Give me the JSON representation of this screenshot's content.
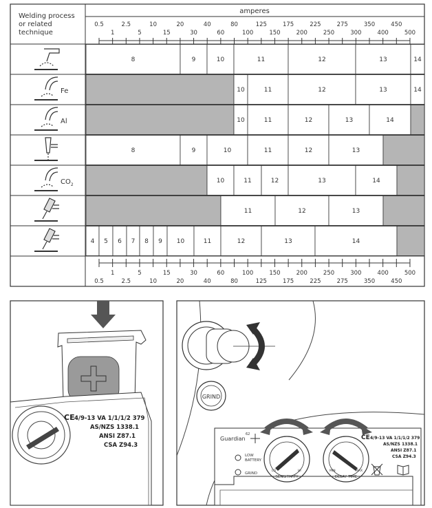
{
  "header": {
    "process_label": [
      "Welding process",
      "or related",
      "technique"
    ],
    "amperes_label": "amperes"
  },
  "scale": {
    "upper": [
      "0.5",
      "2.5",
      "10",
      "20",
      "40",
      "80",
      "125",
      "175",
      "225",
      "275",
      "350",
      "450"
    ],
    "lower": [
      "1",
      "5",
      "15",
      "30",
      "60",
      "100",
      "150",
      "200",
      "250",
      "300",
      "400",
      "500"
    ]
  },
  "process_icons": [
    {
      "icon": "gas-torch-icon",
      "suffix": ""
    },
    {
      "icon": "tig-torch-icon",
      "suffix": "Fe"
    },
    {
      "icon": "tig-torch-icon",
      "suffix": "Al"
    },
    {
      "icon": "plasma-torch-icon",
      "suffix": ""
    },
    {
      "icon": "mig-torch-icon",
      "suffix": "CO2"
    },
    {
      "icon": "gouging-torch-icon",
      "suffix": ""
    },
    {
      "icon": "electrode-holder-icon",
      "suffix": ""
    }
  ],
  "shade_rows": [
    [
      {
        "s": 125,
        "e": 262,
        "v": "8"
      },
      {
        "s": 262,
        "e": 301,
        "v": "9"
      },
      {
        "s": 301,
        "e": 340,
        "v": "10"
      },
      {
        "s": 340,
        "e": 419,
        "v": "11"
      },
      {
        "s": 419,
        "e": 517,
        "v": "12"
      },
      {
        "s": 517,
        "e": 597,
        "v": "13"
      },
      {
        "s": 597,
        "e": 617,
        "v": "14"
      }
    ],
    [
      {
        "s": 125,
        "e": 340,
        "v": "",
        "g": true
      },
      {
        "s": 340,
        "e": 360,
        "v": "10"
      },
      {
        "s": 360,
        "e": 419,
        "v": "11"
      },
      {
        "s": 419,
        "e": 517,
        "v": "12"
      },
      {
        "s": 517,
        "e": 597,
        "v": "13"
      },
      {
        "s": 597,
        "e": 617,
        "v": "14"
      }
    ],
    [
      {
        "s": 125,
        "e": 340,
        "v": "",
        "g": true
      },
      {
        "s": 340,
        "e": 360,
        "v": "10"
      },
      {
        "s": 360,
        "e": 419,
        "v": "11"
      },
      {
        "s": 419,
        "e": 478,
        "v": "12"
      },
      {
        "s": 478,
        "e": 537,
        "v": "13"
      },
      {
        "s": 537,
        "e": 597,
        "v": "14"
      },
      {
        "s": 597,
        "e": 617,
        "v": "",
        "g": true
      }
    ],
    [
      {
        "s": 125,
        "e": 262,
        "v": "8"
      },
      {
        "s": 262,
        "e": 301,
        "v": "9"
      },
      {
        "s": 301,
        "e": 360,
        "v": "10"
      },
      {
        "s": 360,
        "e": 419,
        "v": "11"
      },
      {
        "s": 419,
        "e": 478,
        "v": "12"
      },
      {
        "s": 478,
        "e": 557,
        "v": "13"
      },
      {
        "s": 557,
        "e": 617,
        "v": "",
        "g": true
      }
    ],
    [
      {
        "s": 125,
        "e": 301,
        "v": "",
        "g": true
      },
      {
        "s": 301,
        "e": 340,
        "v": "10"
      },
      {
        "s": 340,
        "e": 380,
        "v": "11"
      },
      {
        "s": 380,
        "e": 419,
        "v": "12"
      },
      {
        "s": 419,
        "e": 517,
        "v": "13"
      },
      {
        "s": 517,
        "e": 577,
        "v": "14"
      },
      {
        "s": 577,
        "e": 617,
        "v": "",
        "g": true
      }
    ],
    [
      {
        "s": 125,
        "e": 321,
        "v": "",
        "g": true
      },
      {
        "s": 321,
        "e": 400,
        "v": "11"
      },
      {
        "s": 400,
        "e": 478,
        "v": "12"
      },
      {
        "s": 478,
        "e": 557,
        "v": "13"
      },
      {
        "s": 557,
        "e": 617,
        "v": "",
        "g": true
      }
    ],
    [
      {
        "s": 125,
        "e": 144,
        "v": "4"
      },
      {
        "s": 144,
        "e": 164,
        "v": "5"
      },
      {
        "s": 164,
        "e": 184,
        "v": "6"
      },
      {
        "s": 184,
        "e": 203,
        "v": "7"
      },
      {
        "s": 203,
        "e": 223,
        "v": "8"
      },
      {
        "s": 223,
        "e": 243,
        "v": "9"
      },
      {
        "s": 243,
        "e": 282,
        "v": "10"
      },
      {
        "s": 282,
        "e": 321,
        "v": "11"
      },
      {
        "s": 321,
        "e": 380,
        "v": "12"
      },
      {
        "s": 380,
        "e": 458,
        "v": "13"
      },
      {
        "s": 458,
        "e": 577,
        "v": "14"
      },
      {
        "s": 577,
        "e": 617,
        "v": "",
        "g": true
      }
    ]
  ],
  "left_panel": {
    "cert_lines": [
      "4/9-13 VA 1/1/1/2 379",
      "AS/NZS 1338.1",
      "ANSI Z87.1",
      "CSA Z94.3"
    ],
    "ce_mark": "CE"
  },
  "right_panel": {
    "grind_button": "GRIND",
    "brand": "Guardian",
    "brand_sup": "62",
    "low_battery": [
      "LOW",
      "BATTERY"
    ],
    "grind_label": "GRIND",
    "dial_left_label": "SENSITIVITY",
    "dial_right_label": "DELAY TIME",
    "dial_lo": "LO",
    "dial_hi": "HI",
    "dial_min": "MIN",
    "dial_max": "MAX",
    "ce_mark": "CE",
    "cert_lines": [
      "4/9-13 VA 1/1/1/2 379",
      "AS/NZS 1338.1",
      "ANSI Z87.1",
      "CSA Z94.3"
    ]
  },
  "colors": {
    "line": "#333333",
    "gray": "#b5b5b5",
    "arrow": "#555555"
  }
}
